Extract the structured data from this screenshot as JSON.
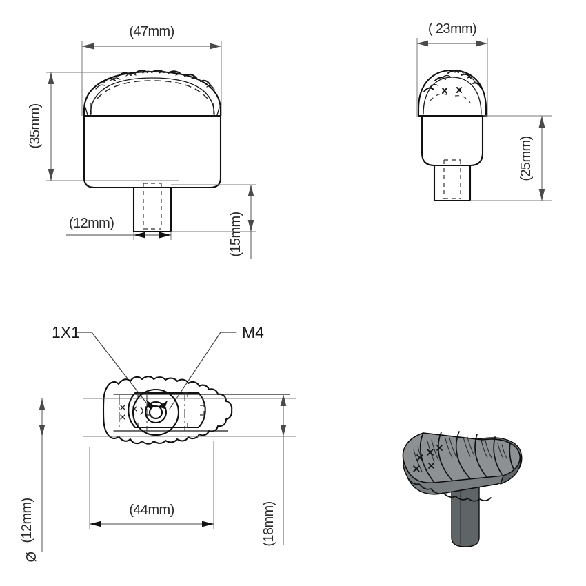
{
  "document": {
    "title": "Knob Technical Drawing",
    "background_color": "#ffffff",
    "line_color": "#111111",
    "dimension_color": "#6b6b6b",
    "units": "mm"
  },
  "views": {
    "front": {
      "name": "front-elevation-view",
      "description": "Knurled oval knob, front elevation with stem"
    },
    "side": {
      "name": "side-elevation-view",
      "description": "Knurled knob, side elevation with stem"
    },
    "plan": {
      "name": "plan-top-view",
      "description": "Top view showing scalloped oval outline and central threaded hole"
    },
    "iso": {
      "name": "isometric-3d-view",
      "description": "Shaded 3D isometric render of the knurled knob"
    }
  },
  "dimensions": {
    "front_width": "(47mm)",
    "front_height": "(35mm)",
    "front_stem_width": "(12mm)",
    "front_stem_height": "(15mm)",
    "side_width": "( 23mm)",
    "side_height": "(25mm)",
    "plan_length": "(44mm)",
    "plan_width": "(18mm)",
    "plan_diameter": "(12mm)",
    "diameter_symbol": "Ø"
  },
  "callouts": {
    "chamfer": "1X1",
    "thread": "M4"
  }
}
